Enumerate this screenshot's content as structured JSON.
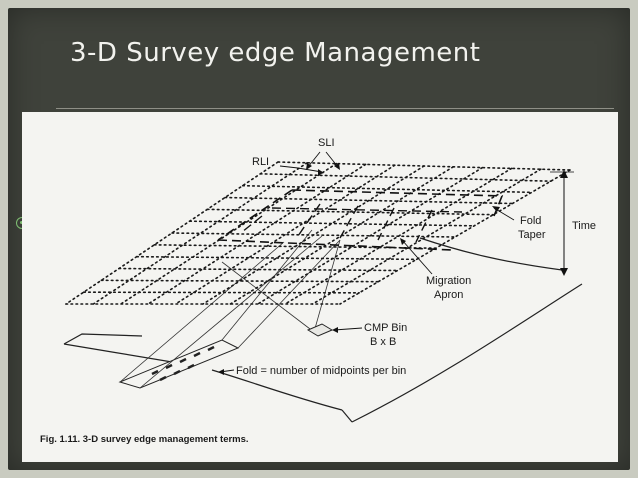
{
  "slide": {
    "title": "3-D Survey edge Management"
  },
  "figure": {
    "labels": {
      "sli": "SLI",
      "rli": "RLI",
      "fold": "Fold",
      "taper": "Taper",
      "time": "Time",
      "migration": "Migration",
      "apron": "Apron",
      "cmp_bin": "CMP Bin",
      "bxb": "B x B",
      "fold_def": "Fold = number of midpoints per bin"
    },
    "caption": "Fig. 1.11. 3-D survey edge management terms."
  }
}
